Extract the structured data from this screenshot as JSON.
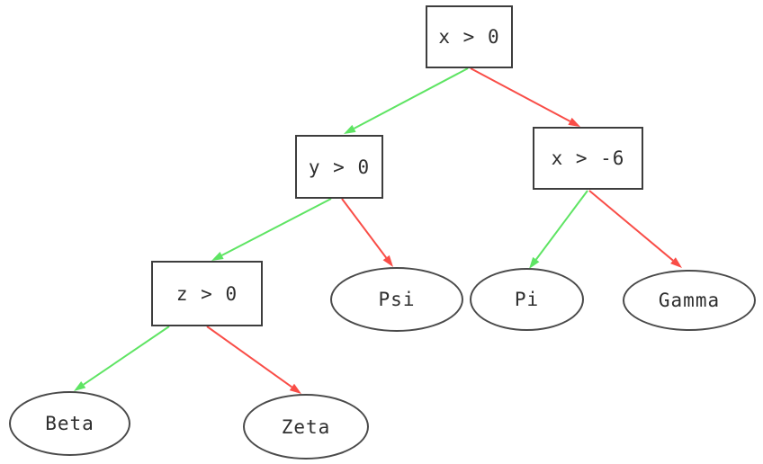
{
  "diagram": {
    "type": "decision-tree",
    "background_color": "#ffffff",
    "colors": {
      "true_branch": "#5ee463",
      "false_branch": "#f94d47",
      "node_border": "#3d3d3d",
      "node_text": "#2e2e2e"
    },
    "nodes": [
      {
        "id": "root",
        "label": "x > 0",
        "shape": "rect"
      },
      {
        "id": "cond-y",
        "label": "y > 0",
        "shape": "rect"
      },
      {
        "id": "cond-x6",
        "label": "x > -6",
        "shape": "rect"
      },
      {
        "id": "cond-z",
        "label": "z > 0",
        "shape": "rect"
      },
      {
        "id": "leaf-psi",
        "label": "Psi",
        "shape": "ellipse"
      },
      {
        "id": "leaf-pi",
        "label": "Pi",
        "shape": "ellipse"
      },
      {
        "id": "leaf-gamma",
        "label": "Gamma",
        "shape": "ellipse"
      },
      {
        "id": "leaf-beta",
        "label": "Beta",
        "shape": "ellipse"
      },
      {
        "id": "leaf-zeta",
        "label": "Zeta",
        "shape": "ellipse"
      }
    ],
    "edges": [
      {
        "from": "x > 0",
        "to": "y > 0",
        "branch": "true"
      },
      {
        "from": "x > 0",
        "to": "x > -6",
        "branch": "false"
      },
      {
        "from": "y > 0",
        "to": "z > 0",
        "branch": "true"
      },
      {
        "from": "y > 0",
        "to": "Psi",
        "branch": "false"
      },
      {
        "from": "x > -6",
        "to": "Pi",
        "branch": "true"
      },
      {
        "from": "x > -6",
        "to": "Gamma",
        "branch": "false"
      },
      {
        "from": "z > 0",
        "to": "Beta",
        "branch": "true"
      },
      {
        "from": "z > 0",
        "to": "Zeta",
        "branch": "false"
      }
    ]
  }
}
